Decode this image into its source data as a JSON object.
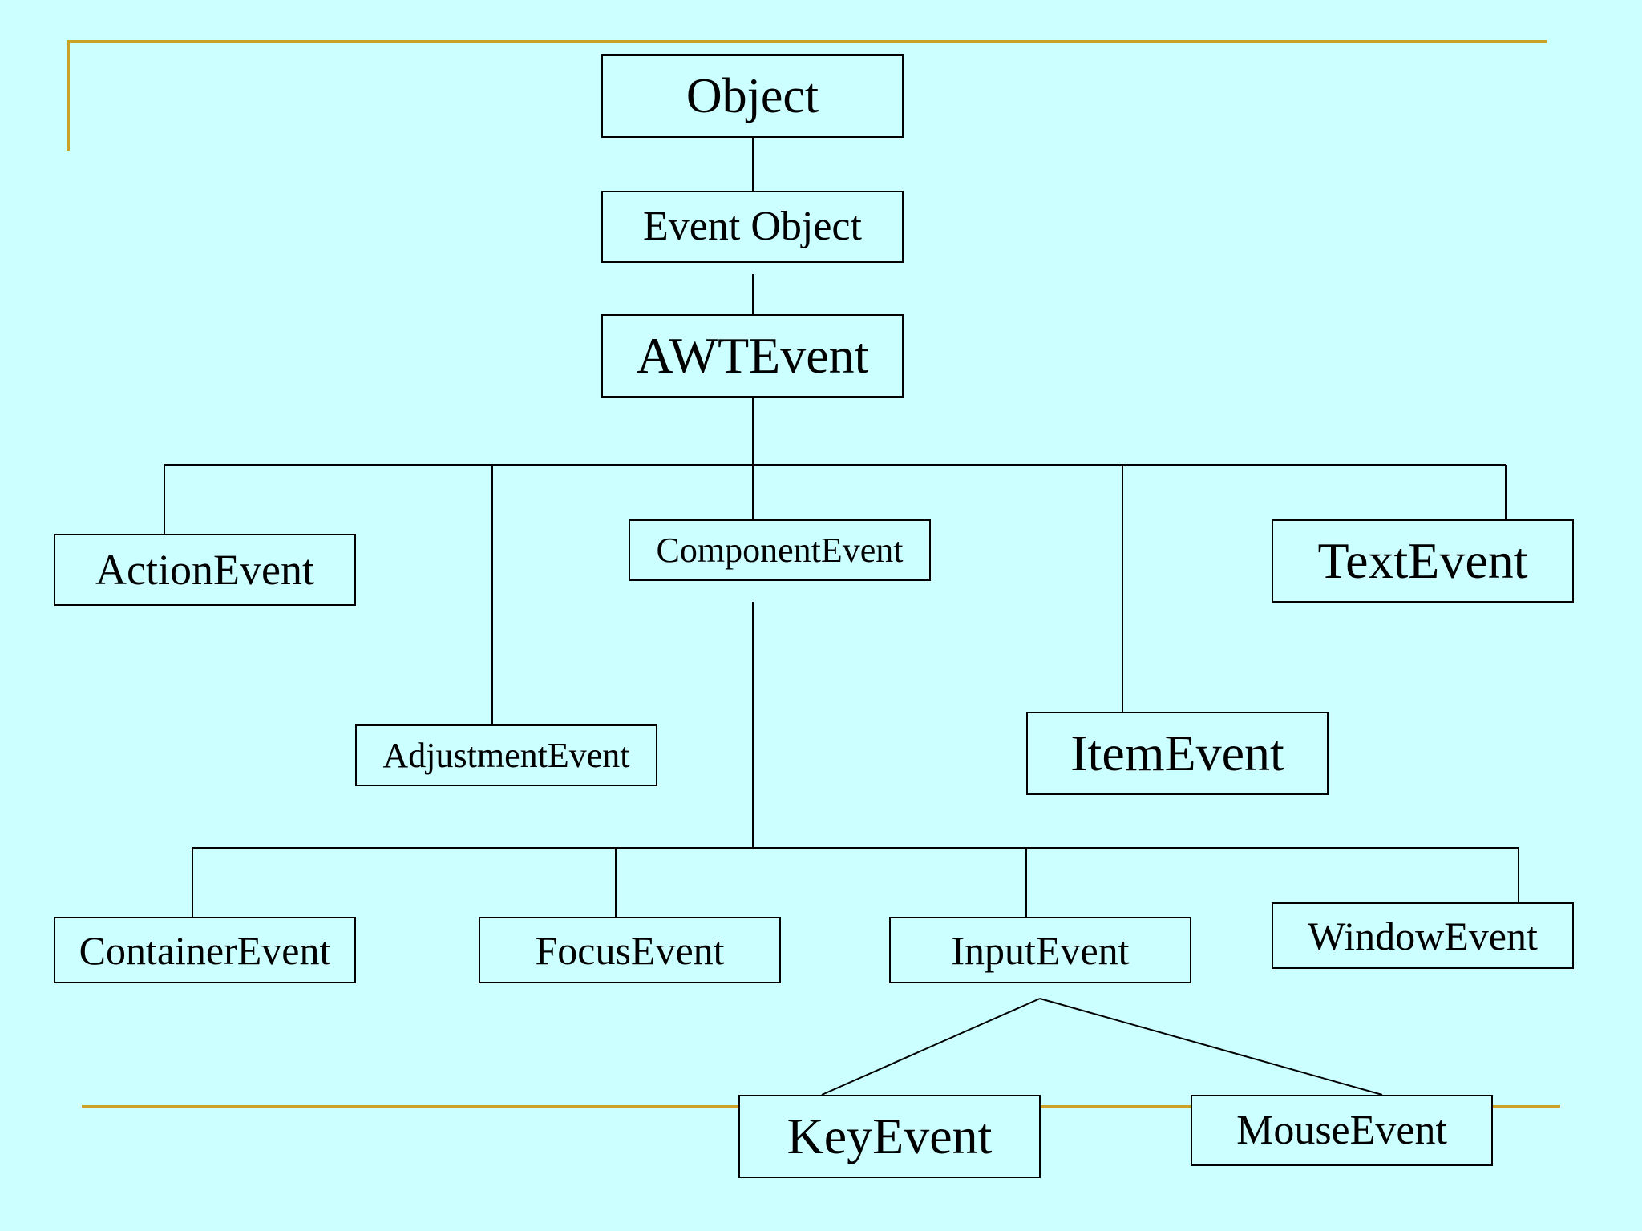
{
  "nodes": {
    "object": "Object",
    "event_object": "Event Object",
    "awt_event": "AWTEvent",
    "action_event": "ActionEvent",
    "adjustment_event": "AdjustmentEvent",
    "component_event": "ComponentEvent",
    "item_event": "ItemEvent",
    "text_event": "TextEvent",
    "container_event": "ContainerEvent",
    "focus_event": "FocusEvent",
    "input_event": "InputEvent",
    "window_event": "WindowEvent",
    "key_event": "KeyEvent",
    "mouse_event": "MouseEvent"
  },
  "edges": [
    [
      "object",
      "event_object"
    ],
    [
      "event_object",
      "awt_event"
    ],
    [
      "awt_event",
      "action_event"
    ],
    [
      "awt_event",
      "adjustment_event"
    ],
    [
      "awt_event",
      "component_event"
    ],
    [
      "awt_event",
      "item_event"
    ],
    [
      "awt_event",
      "text_event"
    ],
    [
      "component_event",
      "container_event"
    ],
    [
      "component_event",
      "focus_event"
    ],
    [
      "component_event",
      "input_event"
    ],
    [
      "component_event",
      "window_event"
    ],
    [
      "input_event",
      "key_event"
    ],
    [
      "input_event",
      "mouse_event"
    ]
  ],
  "colors": {
    "background": "#CCFFFF",
    "accent": "#C9A227",
    "stroke": "#000000"
  }
}
